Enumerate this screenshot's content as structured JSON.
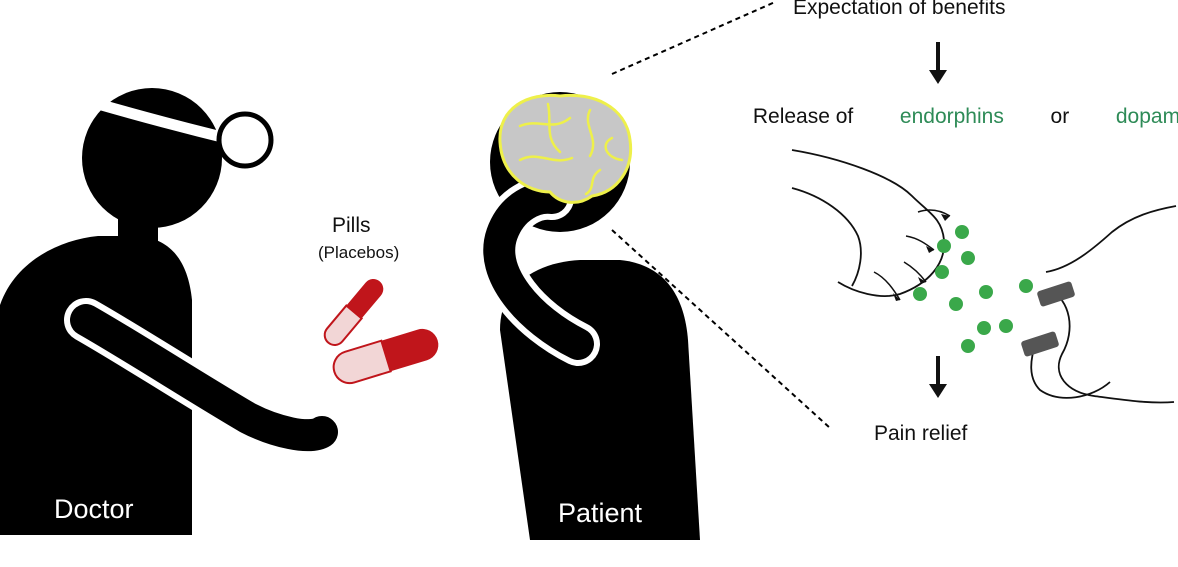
{
  "figure_labels": {
    "doctor": "Doctor",
    "patient": "Patient",
    "pills": "Pills",
    "placebos": "(Placebos)"
  },
  "process": {
    "expectation": "Expectation of benefits",
    "release_prefix": "Release of ",
    "endorphins": "endorphins",
    "or": " or ",
    "dopamine": "dopamine",
    "pain_relief": "Pain relief"
  },
  "colors": {
    "figure": "#000000",
    "outline": "#ffffff",
    "brain_fill": "#c7c7c7",
    "brain_lines": "#eef04a",
    "neurotransmitter": "#3aa84a",
    "neurotransmitter_text": "#2e8b57",
    "pill_red": "#c0151b",
    "pill_pink": "#f2d6d6",
    "receptor": "#555555"
  },
  "icons": {
    "head_mirror": "head-mirror-icon",
    "stethoscope": "stethoscope-icon",
    "brain": "brain-icon",
    "down_arrow": "down-arrow-icon"
  }
}
